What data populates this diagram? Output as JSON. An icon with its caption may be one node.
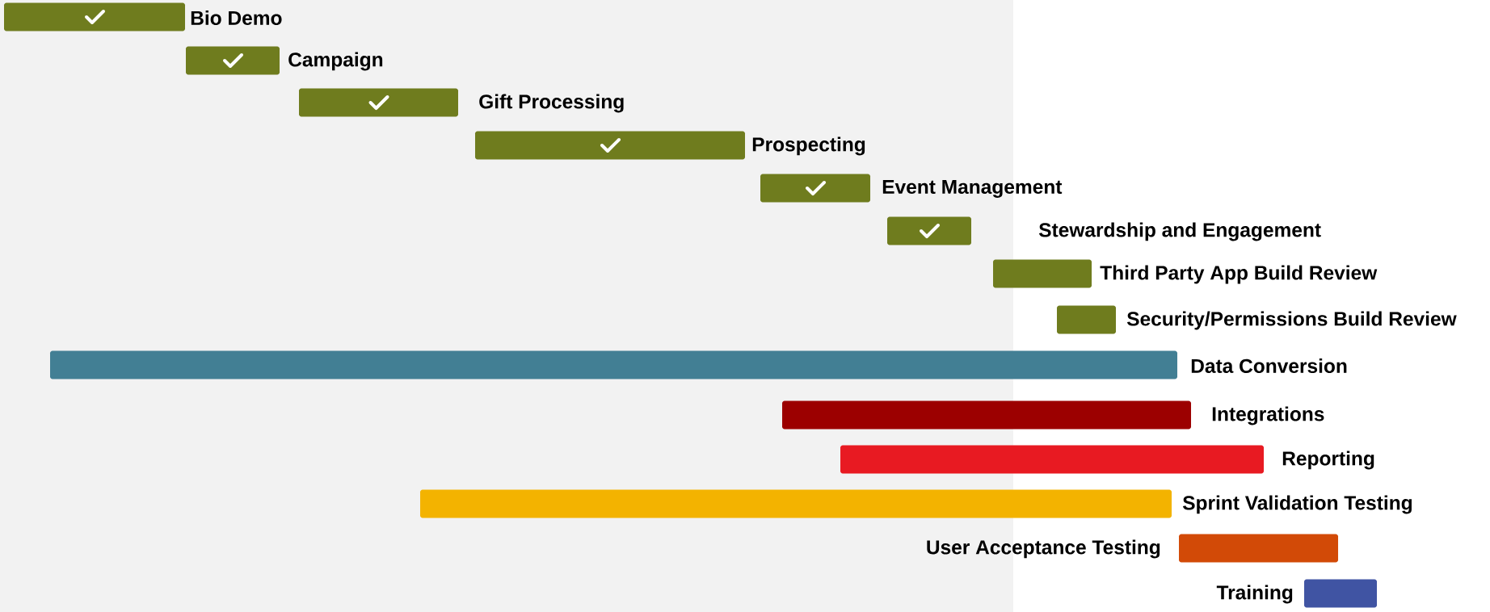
{
  "diagram": {
    "nodes": [
      {
        "text": [],
        "shape": "bar",
        "beside": [
          "Bio Demo"
        ]
      },
      {
        "text": [],
        "shape": "bar",
        "beside": [
          "Campaign"
        ]
      },
      {
        "text": [],
        "shape": "bar",
        "beside": [
          "Gift Processing"
        ]
      },
      {
        "text": [],
        "shape": "bar",
        "beside": [
          "Prospecting"
        ]
      },
      {
        "text": [],
        "shape": "bar",
        "beside": [
          "Event Management"
        ]
      },
      {
        "text": [],
        "shape": "bar"
      },
      {
        "text": [],
        "shape": "bar",
        "beside": [
          "Third Party App Build Review"
        ]
      },
      {
        "text": [],
        "shape": "bar",
        "beside": [
          "Security/Permissions Build Review"
        ]
      },
      {
        "text": [],
        "shape": "bar",
        "beside": [
          "Data Conversion"
        ]
      },
      {
        "text": [],
        "shape": "bar",
        "beside": [
          "Integrations"
        ]
      },
      {
        "text": [],
        "shape": "bar",
        "beside": [
          "Reporting"
        ]
      },
      {
        "text": [],
        "shape": "bar",
        "beside": [
          "Sprint Validation Testing"
        ]
      },
      {
        "text": [],
        "shape": "bar",
        "beside": [
          "User Acceptance Testing"
        ]
      },
      {
        "text": [],
        "shape": "bar",
        "beside": [
          "Training"
        ]
      }
    ],
    "labels": [
      "Stewardship and Engagement"
    ]
  }
}
